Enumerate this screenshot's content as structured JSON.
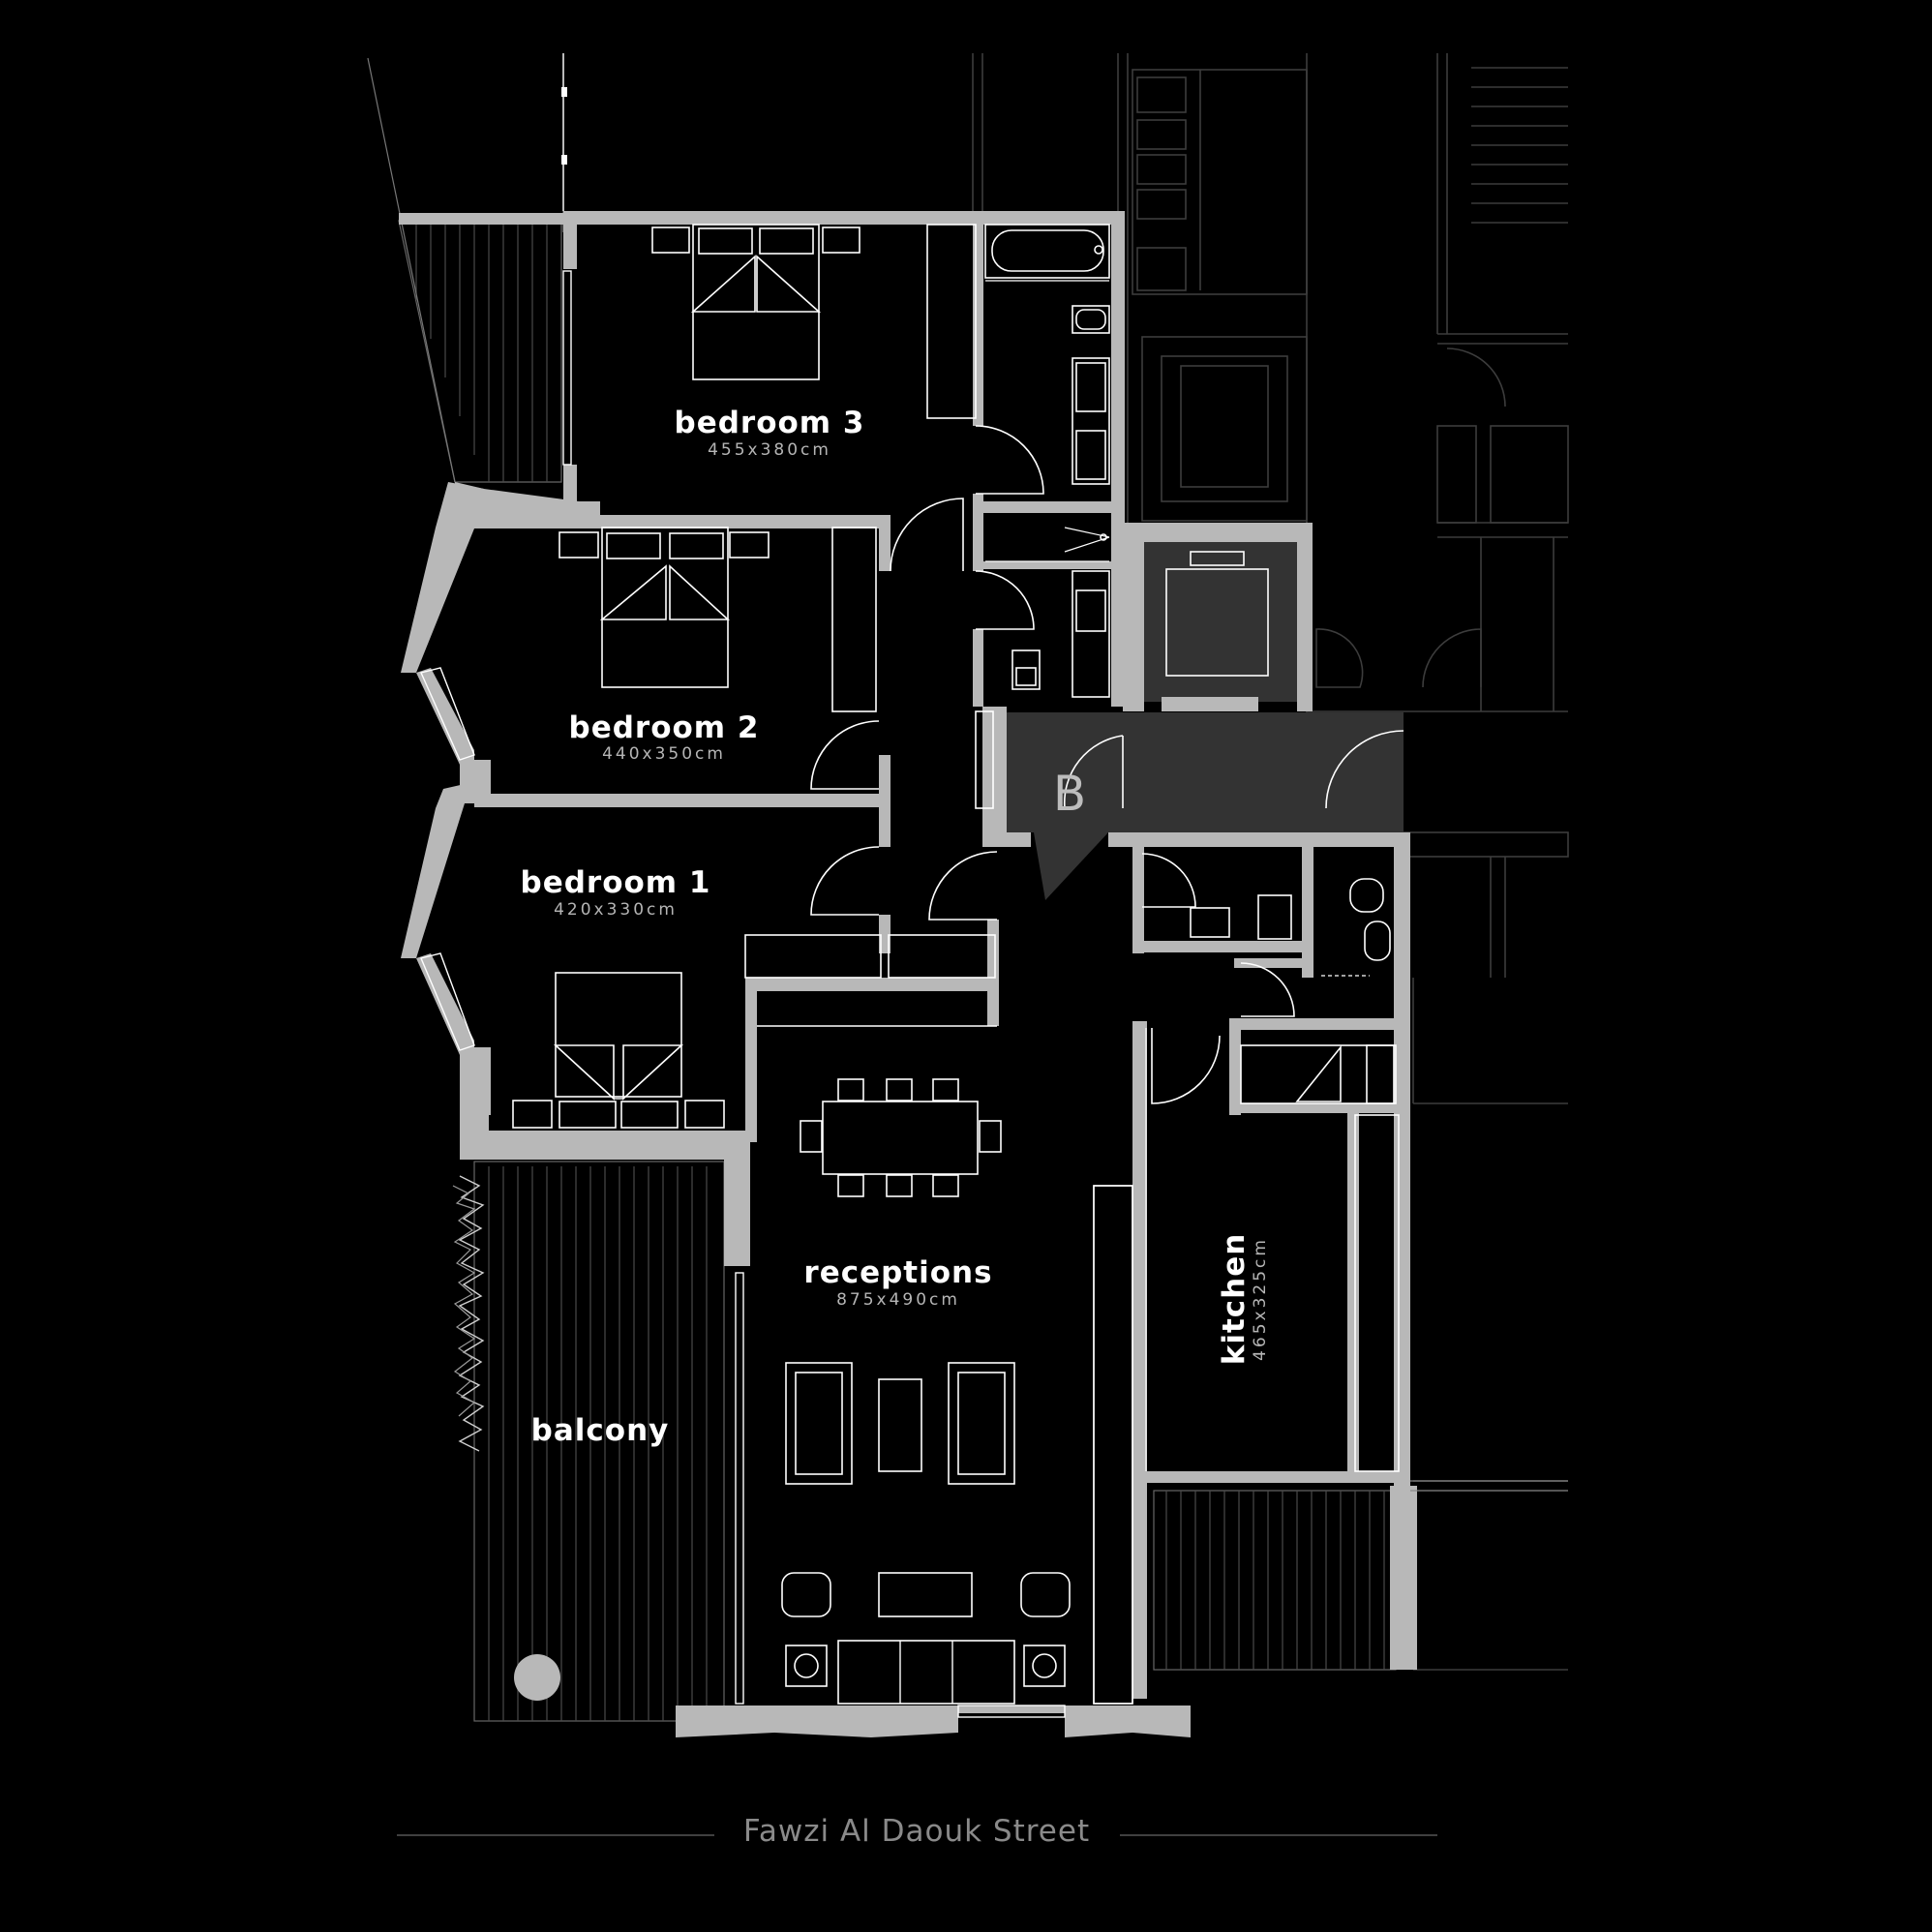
{
  "rooms": {
    "bedroom3": {
      "name": "bedroom 3",
      "size": "455x380cm"
    },
    "bedroom2": {
      "name": "bedroom 2",
      "size": "440x350cm"
    },
    "bedroom1": {
      "name": "bedroom 1",
      "size": "420x330cm"
    },
    "receptions": {
      "name": "receptions",
      "size": "875x490cm"
    },
    "kitchen": {
      "name": "kitchen",
      "size": "465x325cm"
    },
    "balcony": {
      "name": "balcony"
    },
    "core": {
      "name": "B"
    }
  },
  "street": {
    "name": "Fawzi Al Daouk Street"
  },
  "colors": {
    "background": "#000000",
    "wall": "#b8b8b8",
    "core": "#333333",
    "text": "#ffffff"
  }
}
